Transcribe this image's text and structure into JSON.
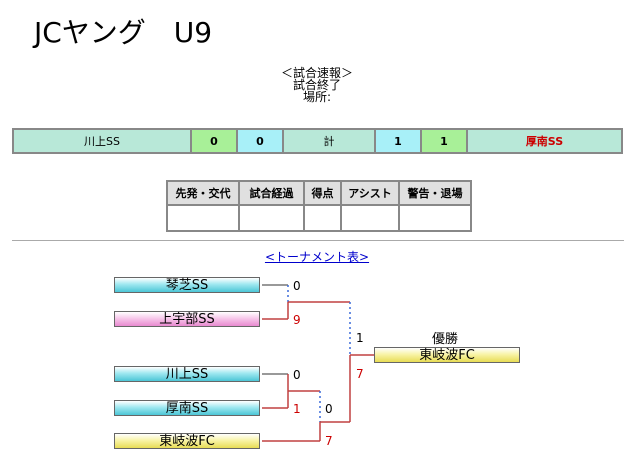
{
  "page": {
    "title": "JCヤング　U9"
  },
  "report": {
    "heading": "＜試合速報＞",
    "status": "試合終了",
    "venue_label": "場所:"
  },
  "scoreboard": {
    "home_team": "川上SS",
    "home_first": "0",
    "home_second": "0",
    "total_label": "計",
    "away_first": "1",
    "away_second": "1",
    "away_team": "厚南SS"
  },
  "detail_table": {
    "headers": [
      "先発・交代",
      "試合経過",
      "得点",
      "アシスト",
      "警告・退場"
    ]
  },
  "tournament": {
    "link_text": "<トーナメント表>",
    "teams": {
      "t1": "琴芝SS",
      "t2": "上宇部SS",
      "t3": "川上SS",
      "t4": "厚南SS",
      "t5": "東岐波FC"
    },
    "scores": {
      "t1": "0",
      "t2": "9",
      "t3": "0",
      "t4": "1",
      "semi_left": "0",
      "t5": "7",
      "final_top": "1",
      "final_bottom": "7"
    },
    "champion_label": "優勝",
    "champion": "東岐波FC"
  },
  "colors": {
    "loss_line": "#333333",
    "win_line": "#c04040",
    "win_score": "#cc0000"
  }
}
